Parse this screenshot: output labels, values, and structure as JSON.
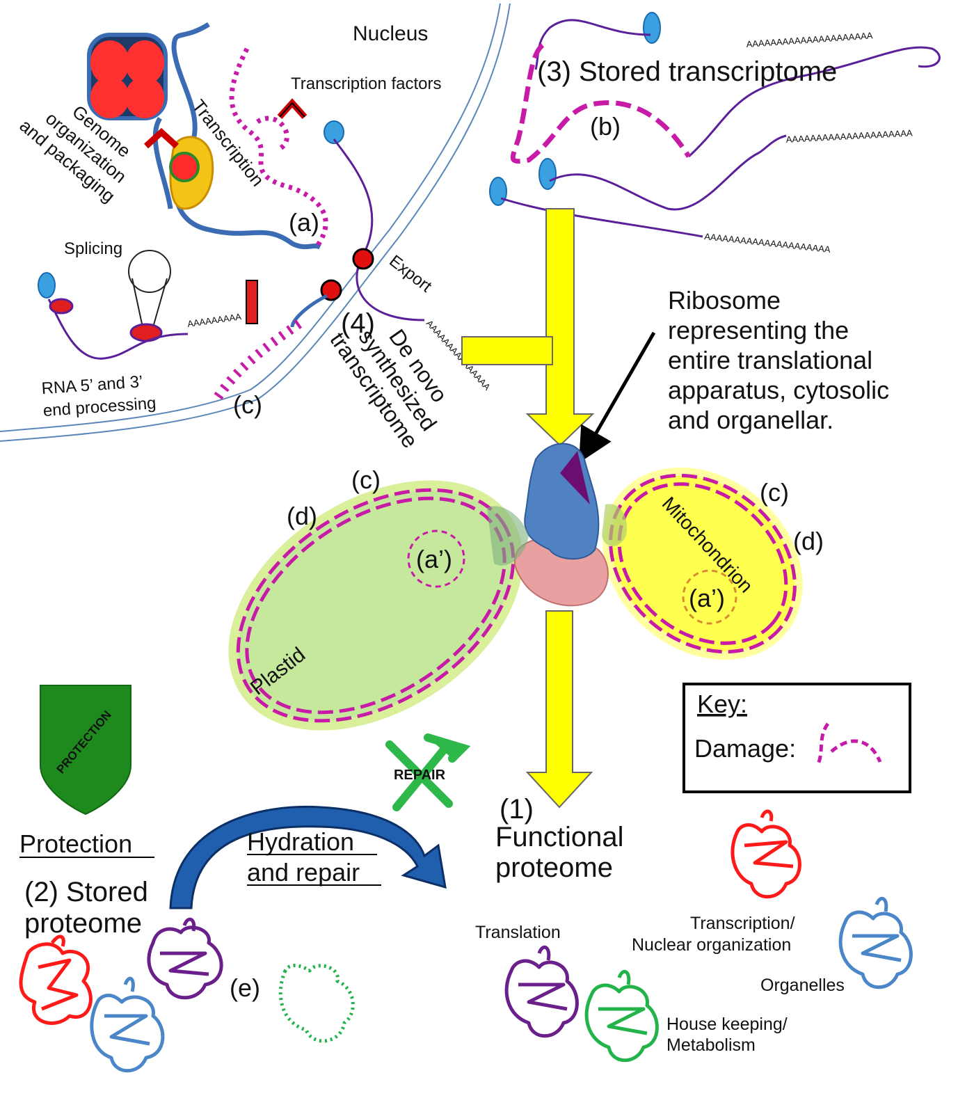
{
  "labels": {
    "nucleus": "Nucleus",
    "transcription_factors": "Transcription factors",
    "stored_transcriptome": "(3) Stored transcriptome",
    "b": "(b)",
    "genome_line1": "Genome",
    "genome_line2": "organization",
    "genome_line3": "and packaging",
    "transcription": "Transcription",
    "a": "(a)",
    "splicing": "Splicing",
    "export": "Export",
    "de_novo_num": "(4)",
    "de_novo_line1": "De novo",
    "de_novo_line2": "synthesized",
    "de_novo_line3": "transcriptome",
    "rna_line1": "RNA 5’ and 3’",
    "rna_line2": "end processing",
    "c_nucleus": "(c)",
    "ribosome_line1": "Ribosome",
    "ribosome_line2": "representing the",
    "ribosome_line3": "entire translational",
    "ribosome_line4": "apparatus, cytosolic",
    "ribosome_line5": "and organellar.",
    "c_plastid": "(c)",
    "d_plastid": "(d)",
    "a_prime_plastid": "(a’)",
    "plastid": "Plastid",
    "c_mito": "(c)",
    "d_mito": "(d)",
    "a_prime_mito": "(a’)",
    "mitochondrion": "Mitochondrion",
    "protection_shield": "PROTECTION",
    "repair_icon": "REPAIR",
    "key_title": "Key:",
    "key_damage": "Damage:",
    "protection": "Protection",
    "stored_proteome_line1": "(2) Stored",
    "stored_proteome_line2": "proteome",
    "hydration_line1": "Hydration",
    "hydration_line2": "and repair",
    "functional_num": "(1)",
    "functional_line1": "Functional",
    "functional_line2": "proteome",
    "e": "(e)",
    "translation": "Translation",
    "transcription_nuclear_line1": "Transcription/",
    "transcription_nuclear_line2": "Nuclear organization",
    "organelles": "Organelles",
    "housekeeping_line1": "House keeping/",
    "housekeeping_line2": "Metabolism",
    "polya_1": "AAAAAAAAAAAAAAAAAAAAA",
    "polya_2": "AAAAAAAAAAAAAAAAAAAAA",
    "polya_3": "AAAAAAAAAAAAAAAAAAAAA",
    "polya_4": "AAAAAAAAAAAAAAA",
    "polya_5": "AAAAAAAAA"
  },
  "colors": {
    "damage": "#c71aa6",
    "transcript": "#5a1f99",
    "yellow_arrow": "#ffff00",
    "plastid_fill": "#b9e08f",
    "mito_fill": "#ffff3c",
    "ribosome_large": "#4f81c3",
    "ribosome_small": "#e8a0a0",
    "shield": "#1e8a1e",
    "protein_red": "#ff1a1a",
    "protein_blue": "#4a86c8",
    "protein_purple": "#6a1f8a",
    "protein_green": "#22b34a",
    "hydration_arrow": "#1f5fae"
  }
}
